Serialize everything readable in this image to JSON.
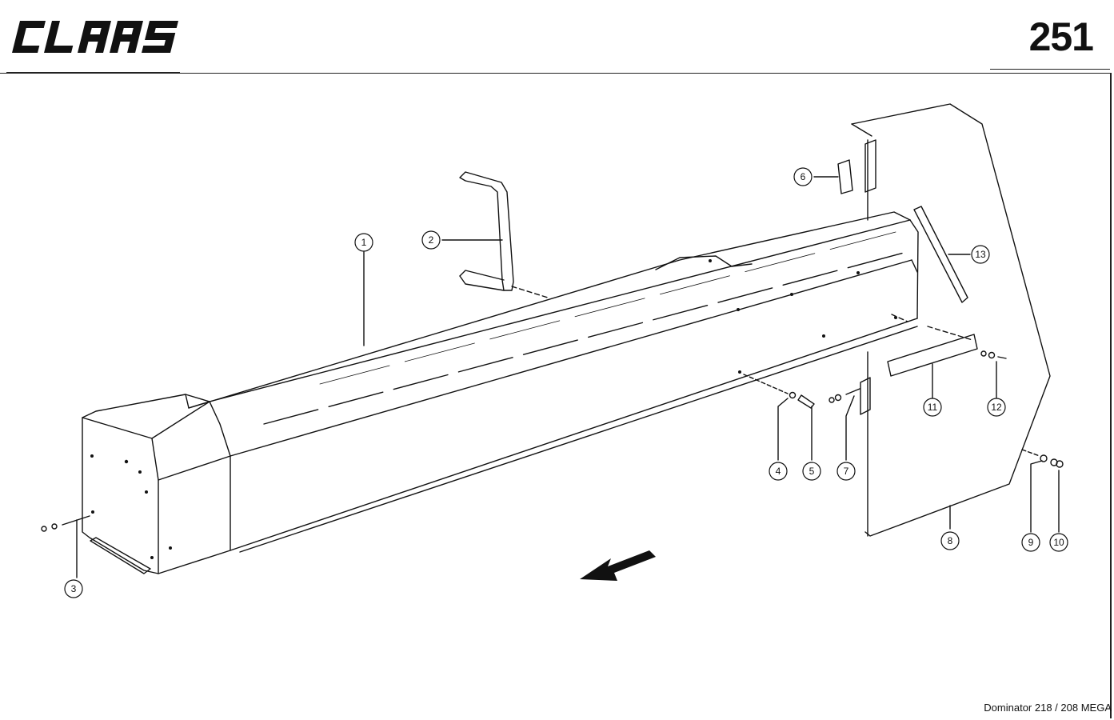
{
  "header": {
    "logo_text": "CLAAS",
    "page_number": "251"
  },
  "footer": {
    "model_text": "Dominator 218 / 208 MEGA"
  },
  "callouts": [
    "1",
    "2",
    "3",
    "4",
    "5",
    "6",
    "7",
    "8",
    "9",
    "10",
    "11",
    "12",
    "13"
  ],
  "colors": {
    "line": "#111111",
    "background": "#ffffff"
  }
}
